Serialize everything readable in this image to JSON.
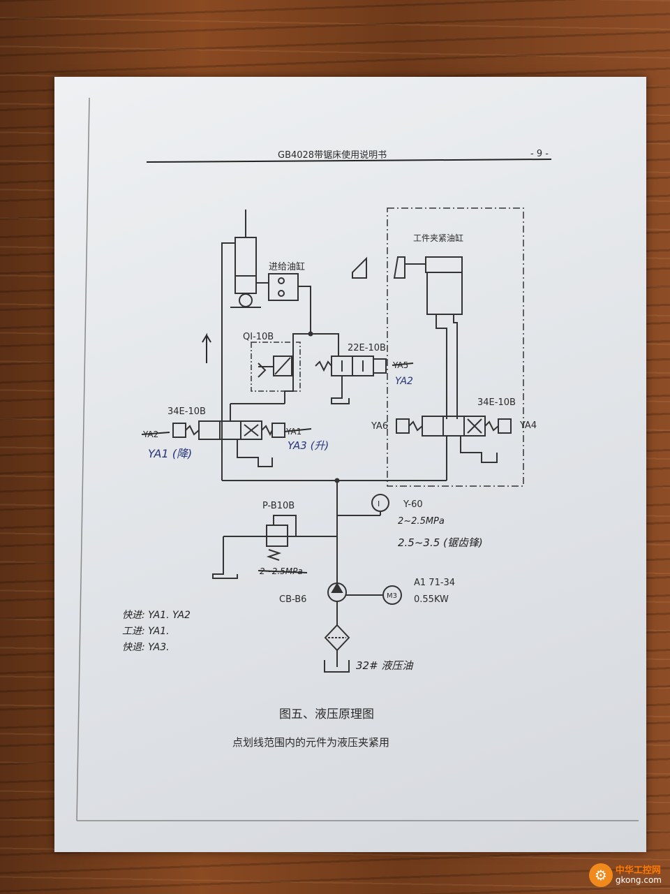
{
  "header": {
    "title": "GB4028带锯床使用说明书",
    "page": "- 9 -"
  },
  "labels": {
    "feed_cylinder": "进给油缸",
    "clamp_cylinder": "工件夹紧油缸",
    "qi": "QI-10B",
    "valve22": "22E-10B",
    "valve34_left": "34E-10B",
    "valve34_right": "34E-10B",
    "ya2_strike": "YA2",
    "ya1_strike": "YA1",
    "ya5_strike": "YA5",
    "ya6": "YA6",
    "ya4": "YA4",
    "pb10b": "P-B10B",
    "y60": "Y-60",
    "cbb6": "CB-B6",
    "motor_model": "A1 71-34",
    "motor_power": "0.55KW",
    "motor_symbol": "M3",
    "gauge_symbol": "I"
  },
  "handwriting": {
    "ya2_blue": "YA2",
    "ya1_down": "YA1 (降)",
    "ya3_up": "YA3 (升)",
    "pressure1": "2~2.5MPa",
    "pressure2": "2.5~3.5 (锯齿锋)",
    "relief_strike": "2~2.5MPa",
    "oil": "32# 液压油",
    "note1": "快进:  YA1. YA2",
    "note2": "工进:  YA1.",
    "note3": "快退:  YA3."
  },
  "caption": {
    "title": "图五、液压原理图",
    "subtitle": "点划线范围内的元件为液压夹紧用"
  },
  "watermark": {
    "line1": "中华工控网",
    "line2": "gkong.com",
    "icon": "gear-icon"
  }
}
